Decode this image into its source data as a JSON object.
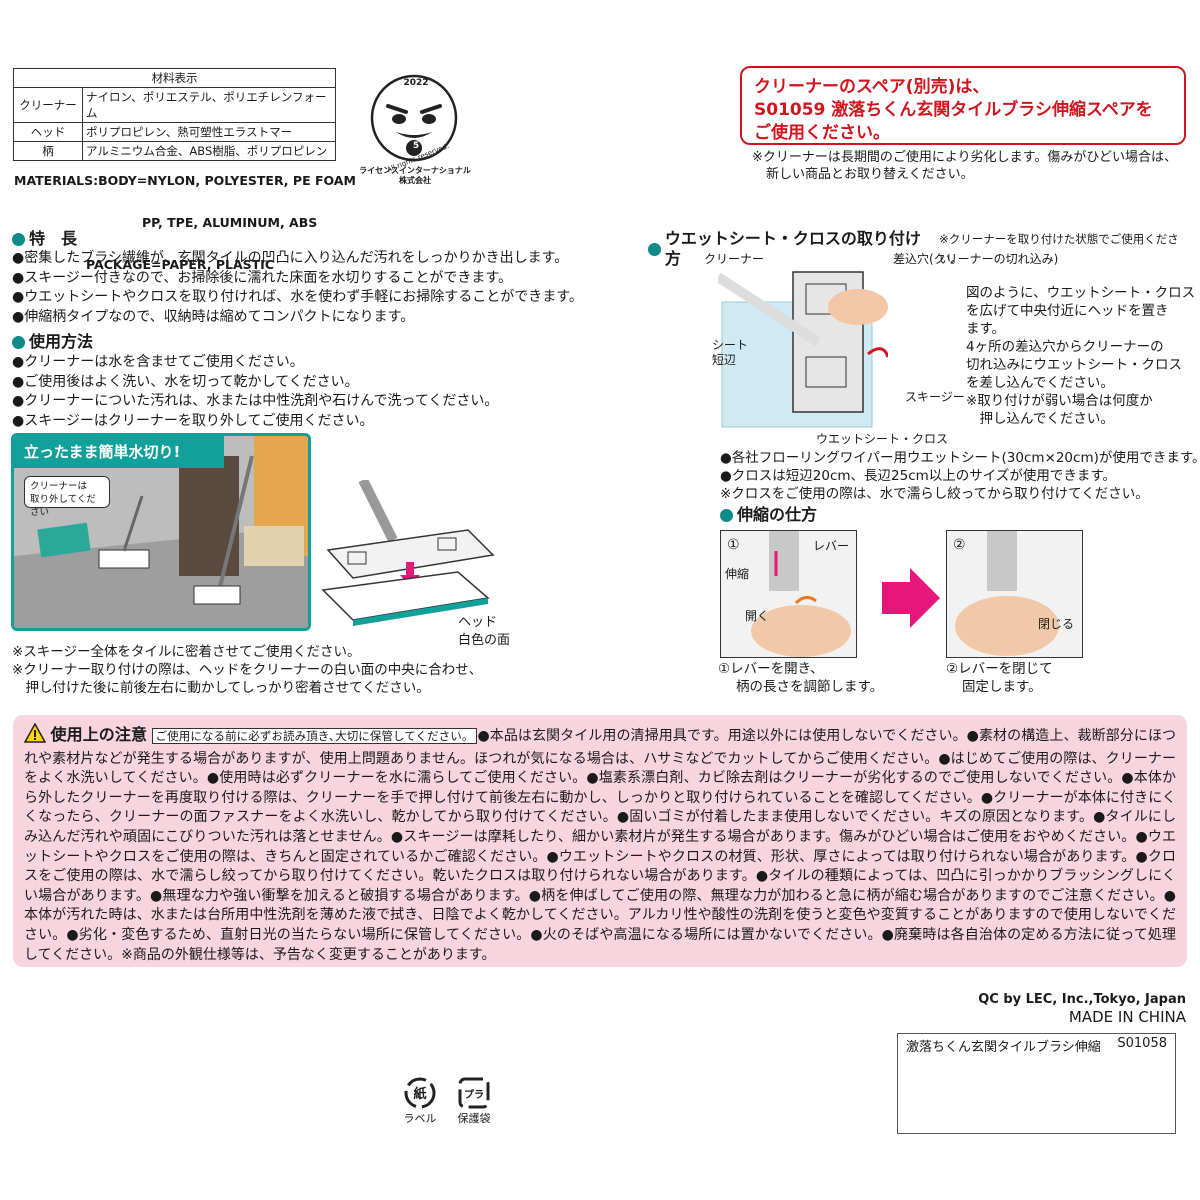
{
  "materials": {
    "header": "材料表示",
    "rows": [
      {
        "part": "クリーナー",
        "material": "ナイロン、ポリエステル、ポリエチレンフォーム"
      },
      {
        "part": "ヘッド",
        "material": "ポリプロピレン、熱可塑性エラストマー"
      },
      {
        "part": "柄",
        "material": "アルミニウム合金、ABS樹脂、ポリプロピレン"
      }
    ],
    "english": [
      "MATERIALS:BODY=NYLON, POLYESTER, PE FOAM",
      "PP, TPE, ALUMINUM, ABS",
      "PACKAGE=PAPER, PLASTIC"
    ]
  },
  "mascot": {
    "year": "2022",
    "badge": "5",
    "rights": "All rights reserved.",
    "company_line1": "ライセンスインターナショナル",
    "company_line2": "株式会社"
  },
  "spare": {
    "line1": "クリーナーのスペア(別売)は、",
    "line2": "S01059 激落ちくん玄関タイルブラシ伸縮スペアを",
    "line3": "ご使用ください。",
    "note1": "※クリーナーは長期間のご使用により劣化します。傷みがひどい場合は、",
    "note2": "新しい商品とお取り替えください。"
  },
  "features": {
    "title": "特　長",
    "items": [
      "●密集したブラシ繊維が、玄関タイルの凹凸に入り込んだ汚れをしっかりかき出します。",
      "●スキージー付きなので、お掃除後に濡れた床面を水切りすることができます。",
      "●ウエットシートやクロスを取り付ければ、水を使わず手軽にお掃除することができます。",
      "●伸縮柄タイプなので、収納時は縮めてコンパクトになります。"
    ]
  },
  "usage": {
    "title": "使用方法",
    "items": [
      "●クリーナーは水を含ませてご使用ください。",
      "●ご使用後はよく洗い、水を切って乾かしてください。",
      "●クリーナーについた汚れは、水または中性洗剤や石けんで洗ってください。",
      "●スキージーはクリーナーを取り外してご使用ください。"
    ],
    "banner": "立ったまま簡単水切り!",
    "callout1": "クリーナーは",
    "callout2": "取り外してください",
    "label_head": "ヘッド",
    "label_white": "白色の面",
    "notes": [
      "※スキージー全体をタイルに密着させてご使用ください。",
      "※クリーナー取り付けの際は、ヘッドをクリーナーの白い面の中央に合わせ、",
      "　押し付けた後に前後左右に動かしてしっかり密着させてください。"
    ]
  },
  "wet": {
    "title": "ウエットシート・クロスの取り付け方",
    "subtitle": "※クリーナーを取り付けた状態でご使用ください。",
    "label_cleaner": "クリーナー",
    "label_slot": "差込穴(クリーナーの切れ込み)",
    "label_sheet_short1": "シート",
    "label_sheet_short2": "短辺",
    "label_squeegee": "スキージー",
    "label_wetsheet": "ウエットシート・クロス",
    "desc": [
      "図のように、ウエットシート・クロス",
      "を広げて中央付近にヘッドを置き",
      "ます。",
      "4ヶ所の差込穴からクリーナーの",
      "切れ込みにウエットシート・クロス",
      "を差し込んでください。",
      "※取り付けが弱い場合は何度か",
      "　押し込んでください。"
    ],
    "items": [
      "●各社フローリングワイパー用ウエットシート(30cm×20cm)が使用できます。",
      "●クロスは短辺20cm、長辺25cm以上のサイズが使用できます。",
      "※クロスをご使用の際は、水で濡らし絞ってから取り付けてください。"
    ]
  },
  "extend": {
    "title": "伸縮の仕方",
    "step1_num": "①",
    "step1_lever": "レバー",
    "step1_extend": "伸縮",
    "step1_open": "開く",
    "step2_num": "②",
    "step2_close": "閉じる",
    "cap1_line1": "①レバーを開き、",
    "cap1_line2": "柄の長さを調節します。",
    "cap2_line1": "②レバーを閉じて",
    "cap2_line2": "固定します。"
  },
  "caution": {
    "title": "使用上の注意",
    "boxed": "ご使用になる前に必ずお読み頂き､大切に保管してください。",
    "body": "●本品は玄関タイル用の清掃用具です。用途以外には使用しないでください。●素材の構造上、裁断部分にほつれや素材片などが発生する場合がありますが、使用上問題ありません。ほつれが気になる場合は、ハサミなどでカットしてからご使用ください。●はじめてご使用の際は、クリーナーをよく水洗いしてください。●使用時は必ずクリーナーを水に濡らしてご使用ください。●塩素系漂白剤、カビ除去剤はクリーナーが劣化するのでご使用しないでください。●本体から外したクリーナーを再度取り付ける際は、クリーナーを手で押し付けて前後左右に動かし、しっかりと取り付けられていることを確認してください。●クリーナーが本体に付きにくくなったら、クリーナーの面ファスナーをよく水洗いし、乾かしてから取り付けてください。●固いゴミが付着したまま使用しないでください。キズの原因となります。●タイルにしみ込んだ汚れや頑固にこびりついた汚れは落とせません。●スキージーは摩耗したり、細かい素材片が発生する場合があります。傷みがひどい場合はご使用をおやめください。●ウエットシートやクロスをご使用の際は、きちんと固定されているかご確認ください。●ウエットシートやクロスの材質、形状、厚さによっては取り付けられない場合があります。●クロスをご使用の際は、水で濡らし絞ってから取り付けてください。乾いたクロスは取り付けられない場合があります。●タイルの種類によっては、凹凸に引っかかりブラッシングしにくい場合があります。●無理な力や強い衝撃を加えると破損する場合があります。●柄を伸ばしてご使用の際、無理な力が加わると急に柄が縮む場合がありますのでご注意ください。●本体が汚れた時は、水または台所用中性洗剤を薄めた液で拭き、日陰でよく乾かしてください。アルカリ性や酸性の洗剤を使うと変色や変質することがありますので使用しないでください。●劣化・変色するため、直射日光の当たらない場所に保管してください。●火のそばや高温になる場所には置かないでください。●廃棄時は各自治体の定める方法に従って処理してください。※商品の外観仕様等は、予告なく変更することがあります。"
  },
  "footer": {
    "maker": "QC by LEC, Inc.,Tokyo, Japan",
    "made": "MADE IN CHINA",
    "product_name": "激落ちくん玄関タイルブラシ伸縮",
    "product_code": "S01058",
    "rec1_symbol": "紙",
    "rec1_label": "ラベル",
    "rec2_symbol": "プラ",
    "rec2_label": "保護袋"
  },
  "colors": {
    "teal": "#12a09a",
    "red": "#d0151f",
    "pink": "#f7d4de",
    "magenta": "#e6177a"
  }
}
